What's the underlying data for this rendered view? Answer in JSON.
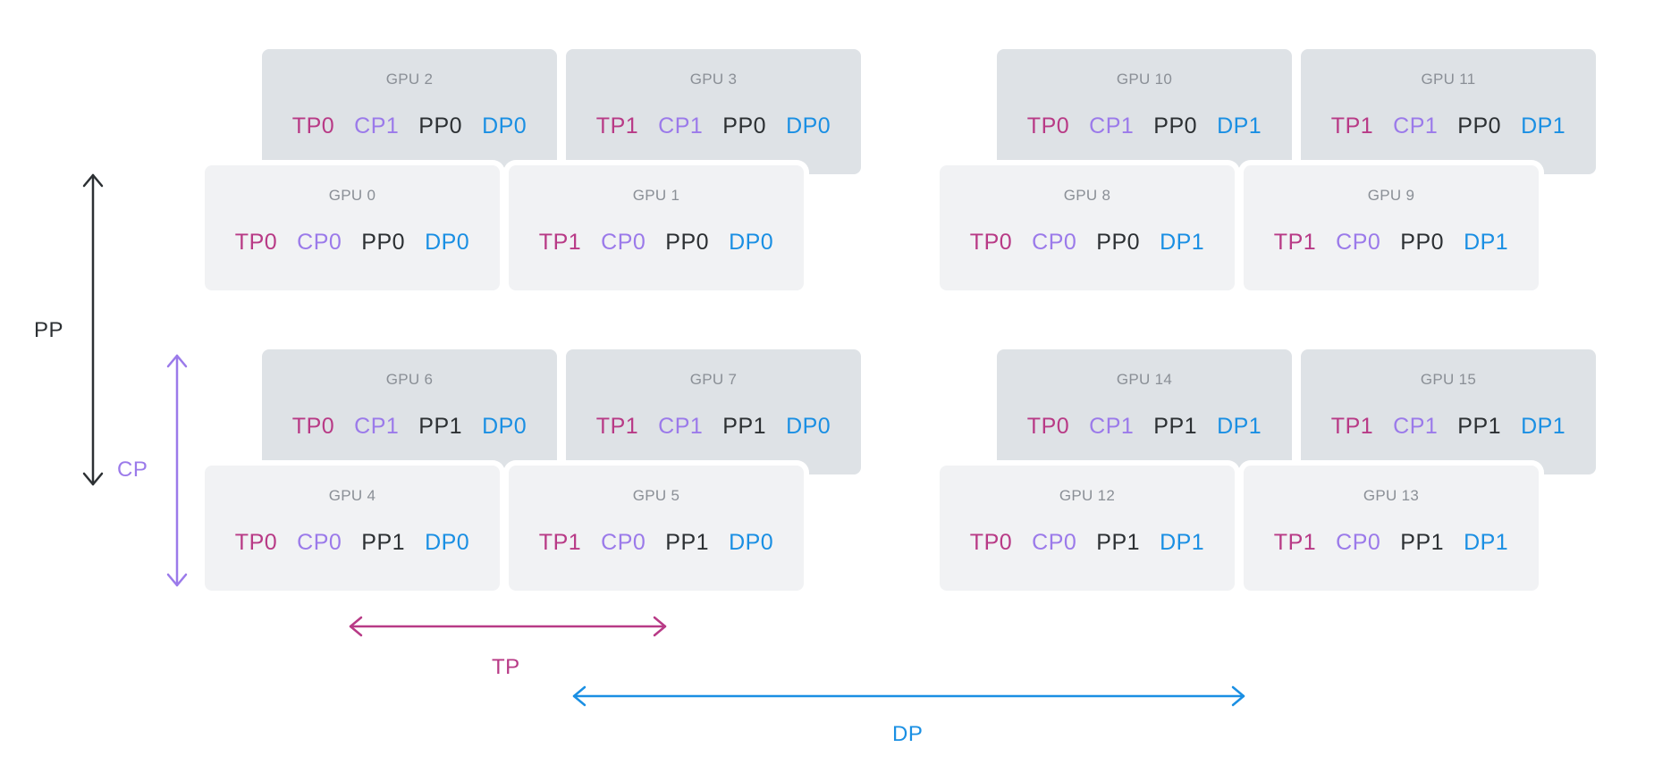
{
  "colors": {
    "tp": "#b83a86",
    "cp": "#9b7aea",
    "pp": "#2c3033",
    "dp": "#1a8fe3",
    "card_back": "#dee2e6",
    "card_front": "#f1f2f4"
  },
  "gpus": {
    "gpu0": {
      "name": "GPU 0",
      "tp": "TP0",
      "cp": "CP0",
      "pp": "PP0",
      "dp": "DP0"
    },
    "gpu1": {
      "name": "GPU 1",
      "tp": "TP1",
      "cp": "CP0",
      "pp": "PP0",
      "dp": "DP0"
    },
    "gpu2": {
      "name": "GPU 2",
      "tp": "TP0",
      "cp": "CP1",
      "pp": "PP0",
      "dp": "DP0"
    },
    "gpu3": {
      "name": "GPU 3",
      "tp": "TP1",
      "cp": "CP1",
      "pp": "PP0",
      "dp": "DP0"
    },
    "gpu4": {
      "name": "GPU 4",
      "tp": "TP0",
      "cp": "CP0",
      "pp": "PP1",
      "dp": "DP0"
    },
    "gpu5": {
      "name": "GPU 5",
      "tp": "TP1",
      "cp": "CP0",
      "pp": "PP1",
      "dp": "DP0"
    },
    "gpu6": {
      "name": "GPU 6",
      "tp": "TP0",
      "cp": "CP1",
      "pp": "PP1",
      "dp": "DP0"
    },
    "gpu7": {
      "name": "GPU 7",
      "tp": "TP1",
      "cp": "CP1",
      "pp": "PP1",
      "dp": "DP0"
    },
    "gpu8": {
      "name": "GPU 8",
      "tp": "TP0",
      "cp": "CP0",
      "pp": "PP0",
      "dp": "DP1"
    },
    "gpu9": {
      "name": "GPU 9",
      "tp": "TP1",
      "cp": "CP0",
      "pp": "PP0",
      "dp": "DP1"
    },
    "gpu10": {
      "name": "GPU 10",
      "tp": "TP0",
      "cp": "CP1",
      "pp": "PP0",
      "dp": "DP1"
    },
    "gpu11": {
      "name": "GPU 11",
      "tp": "TP1",
      "cp": "CP1",
      "pp": "PP0",
      "dp": "DP1"
    },
    "gpu12": {
      "name": "GPU 12",
      "tp": "TP0",
      "cp": "CP0",
      "pp": "PP1",
      "dp": "DP1"
    },
    "gpu13": {
      "name": "GPU 13",
      "tp": "TP1",
      "cp": "CP0",
      "pp": "PP1",
      "dp": "DP1"
    },
    "gpu14": {
      "name": "GPU 14",
      "tp": "TP0",
      "cp": "CP1",
      "pp": "PP1",
      "dp": "DP1"
    },
    "gpu15": {
      "name": "GPU 15",
      "tp": "TP1",
      "cp": "CP1",
      "pp": "PP1",
      "dp": "DP1"
    }
  },
  "axes": {
    "pp": "PP",
    "cp": "CP",
    "tp": "TP",
    "dp": "DP"
  }
}
